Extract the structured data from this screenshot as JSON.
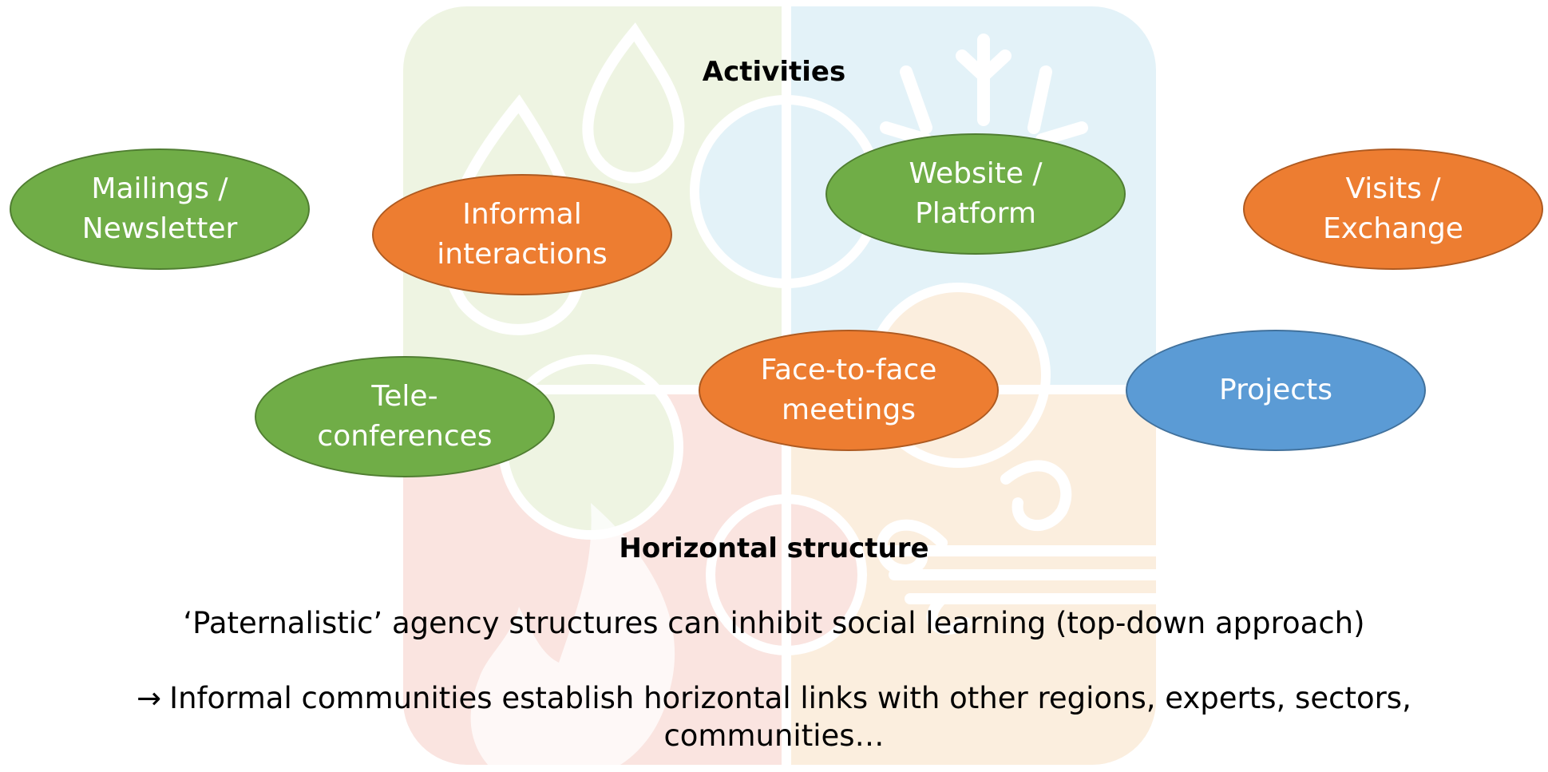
{
  "title": "Activities",
  "colors": {
    "green": "#70ad47",
    "orange": "#ed7d31",
    "blue": "#5b9bd5",
    "bg_green": "#ebf3dd",
    "bg_blue": "#dff0f7",
    "bg_orange": "#fbebd9",
    "bg_red": "#f9e0db"
  },
  "background_icons": [
    "water-drop-icon",
    "snowflake-icon",
    "fire-icon",
    "wind-icon"
  ],
  "activities": [
    {
      "label": "Mailings /\nNewsletter",
      "color": "green"
    },
    {
      "label": "Informal\ninteractions",
      "color": "orange"
    },
    {
      "label": "Website /\nPlatform",
      "color": "green"
    },
    {
      "label": "Visits /\nExchange",
      "color": "orange"
    },
    {
      "label": "Tele-\nconferences",
      "color": "green"
    },
    {
      "label": "Face-to-face\nmeetings",
      "color": "orange"
    },
    {
      "label": "Projects",
      "color": "blue"
    }
  ],
  "section_heading": "Horizontal structure",
  "statement": "‘Paternalistic’ agency structures can inhibit social learning (top-down approach)",
  "conclusion": {
    "arrow": "→",
    "line1": "Informal communities establish horizontal links with other regions, experts, sectors,",
    "line2": "communities…"
  }
}
